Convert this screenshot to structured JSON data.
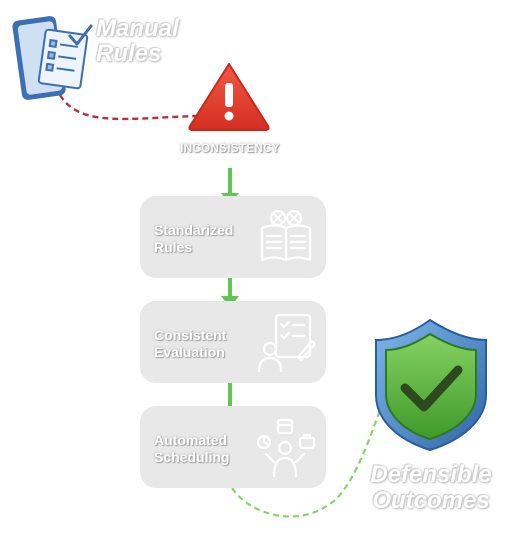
{
  "manual_rules": {
    "line1": "Manual",
    "line2": "Rules"
  },
  "inconsistency": "INCONSISTENCY",
  "steps": [
    {
      "line1": "Standarized",
      "line2": "Rules"
    },
    {
      "line1": "Consistent",
      "line2": "Evaluation"
    },
    {
      "line1": "Automated",
      "line2": "Scheduling"
    }
  ],
  "defensible_outcomes": {
    "line1": "Defensible",
    "line2": "Outcomes"
  },
  "colors": {
    "arrow_green": "#62c652",
    "dashed_red": "#b8323a",
    "dashed_green": "#86d66e",
    "warning_red": "#e53a2c",
    "shield_green": "#5cb93c",
    "shield_blue": "#3f7fc4",
    "step_box": "#e8e8e8"
  },
  "icons": [
    "clipboard-checklist-icon",
    "warning-triangle-icon",
    "open-book-icon",
    "evaluation-person-icon",
    "scheduling-person-icon",
    "shield-check-icon"
  ]
}
